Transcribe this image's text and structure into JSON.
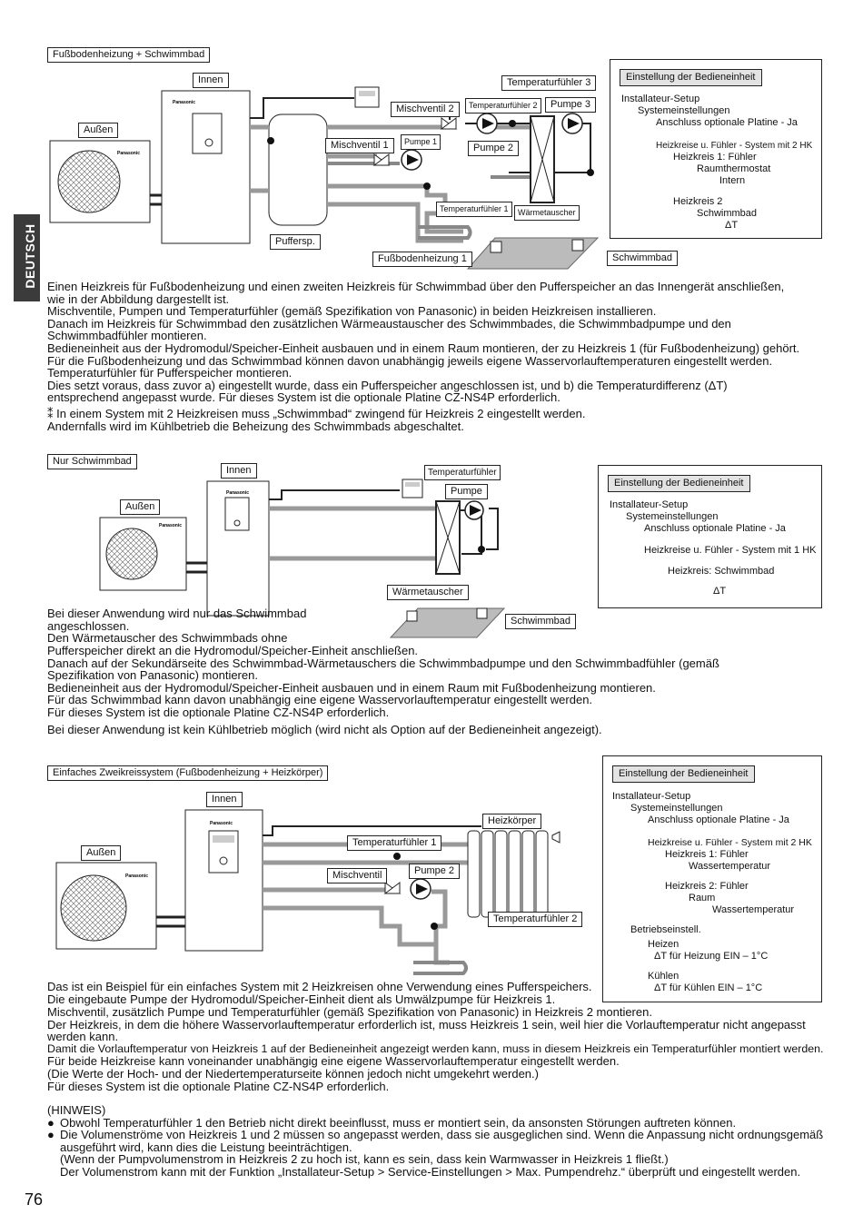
{
  "page": {
    "side_tab": "DEUTSCH",
    "page_number": "76"
  },
  "diagram1": {
    "title": "Fußbodenheizung + Schwimmbad",
    "labels": {
      "innen": "Innen",
      "aussen": "Außen",
      "brand": "Panasonic",
      "mischventil2": "Mischventil 2",
      "mischventil1": "Mischventil 1",
      "pumpe1": "Pumpe 1",
      "pumpe2": "Pumpe 2",
      "pumpe3": "Pumpe 3",
      "tf2": "Temperaturfühler 2",
      "tf3": "Temperaturfühler 3",
      "tf1": "Temperaturfühler 1",
      "waermetauscher": "Wärmetauscher",
      "puffersp": "Puffersp.",
      "fussboden1": "Fußbodenheizung 1",
      "schwimmbad": "Schwimmbad"
    },
    "settings": {
      "header": "Einstellung der Bedieneinheit",
      "lines": [
        "Installateur-Setup",
        "Systemeinstellungen",
        "Anschluss optionale Platine - Ja",
        "Heizkreise u. Fühler - System mit 2 HK",
        "Heizkreis 1: Fühler",
        "Raumthermostat",
        "Intern",
        "Heizkreis 2",
        "Schwimmbad",
        "ΔT"
      ]
    },
    "text": [
      "Einen Heizkreis für Fußbodenheizung und einen zweiten Heizkreis für Schwimmbad über den Pufferspeicher an das Innengerät anschließen,",
      "wie in der Abbildung dargestellt ist.",
      "Mischventile, Pumpen und Temperaturfühler (gemäß Spezifikation von Panasonic) in beiden Heizkreisen installieren.",
      "Danach im Heizkreis für Schwimmbad den zusätzlichen Wärmeaustauscher des Schwimmbades, die Schwimmbadpumpe und den",
      "Schwimmbadfühler montieren.",
      "Bedieneinheit aus der Hydromodul/Speicher-Einheit ausbauen und in einem Raum montieren, der zu Heizkreis 1 (für Fußbodenheizung) gehört.",
      "Für die Fußbodenheizung und das Schwimmbad können davon unabhängig jeweils eigene Wasservorlauftemperaturen eingestellt werden.",
      "Temperaturfühler für Pufferspeicher montieren.",
      "Dies setzt voraus, dass zuvor a) eingestellt wurde, dass ein Pufferspeicher angeschlossen ist, und b) die Temperaturdifferenz (ΔT)",
      "entsprechend angepasst wurde. Für dieses System ist die optionale Platine CZ-NS4P erforderlich."
    ],
    "note": [
      "⁑ In einem System mit 2 Heizkreisen muss „Schwimmbad“ zwingend für Heizkreis 2 eingestellt werden.",
      "Andernfalls wird im Kühlbetrieb die Beheizung des Schwimmbads abgeschaltet."
    ]
  },
  "diagram2": {
    "title": "Nur Schwimmbad",
    "labels": {
      "innen": "Innen",
      "aussen": "Außen",
      "brand": "Panasonic",
      "tf": "Temperaturfühler",
      "pumpe": "Pumpe",
      "waermetauscher": "Wärmetauscher",
      "schwimmbad": "Schwimmbad"
    },
    "settings": {
      "header": "Einstellung der Bedieneinheit",
      "lines": [
        "Installateur-Setup",
        "Systemeinstellungen",
        "Anschluss optionale Platine - Ja",
        "Heizkreise u. Fühler - System mit 1 HK",
        "Heizkreis: Schwimmbad",
        "ΔT"
      ]
    },
    "text_left": [
      "Bei dieser Anwendung wird nur das Schwimmbad",
      "angeschlossen.",
      "Den Wärmetauscher des Schwimmbads ohne"
    ],
    "text": [
      "Pufferspeicher direkt an die Hydromodul/Speicher-Einheit anschließen.",
      "Danach auf der Sekundärseite des Schwimmbad-Wärmetauschers die Schwimmbadpumpe und den Schwimmbadfühler (gemäß",
      "Spezifikation von Panasonic) montieren.",
      "Bedieneinheit aus der Hydromodul/Speicher-Einheit ausbauen und in einem Raum mit Fußbodenheizung montieren.",
      "Für das Schwimmbad kann davon unabhängig eine eigene Wasservorlauftemperatur eingestellt werden.",
      "Für dieses System ist die optionale Platine CZ-NS4P erforderlich."
    ],
    "note": "Bei dieser Anwendung ist kein Kühlbetrieb möglich (wird nicht als Option auf der Bedieneinheit angezeigt)."
  },
  "diagram3": {
    "title": "Einfaches Zweikreissystem (Fußbodenheizung + Heizkörper)",
    "labels": {
      "innen": "Innen",
      "aussen": "Außen",
      "brand": "Panasonic",
      "heizkoerper": "Heizkörper",
      "tf1": "Temperaturfühler 1",
      "mischventil": "Mischventil",
      "pumpe2": "Pumpe 2",
      "tf2": "Temperaturfühler 2"
    },
    "settings": {
      "header": "Einstellung der Bedieneinheit",
      "lines": [
        "Installateur-Setup",
        "Systemeinstellungen",
        "Anschluss optionale Platine - Ja",
        "Heizkreise u. Fühler - System mit 2 HK",
        "Heizkreis 1: Fühler",
        "Wassertemperatur",
        "Heizkreis 2: Fühler",
        "Raum",
        "Wassertemperatur",
        "Betriebseinstell.",
        "Heizen",
        "ΔT für Heizung EIN – 1°C",
        "Kühlen",
        "ΔT für Kühlen EIN – 1°C"
      ]
    },
    "text_left": [
      "Das ist ein Beispiel für ein einfaches System mit 2 Heizkreisen ohne Verwendung eines Pufferspeichers.",
      "Die eingebaute Pumpe der Hydromodul/Speicher-Einheit dient als Umwälzpumpe für Heizkreis 1."
    ],
    "text": [
      "Mischventil, zusätzlich Pumpe und Temperaturfühler (gemäß Spezifikation von Panasonic) in Heizkreis 2 montieren.",
      "Der Heizkreis, in dem die höhere Wasservorlauftemperatur erforderlich ist, muss Heizkreis 1 sein, weil hier die Vorlauftemperatur nicht angepasst",
      "werden kann.",
      "Damit die Vorlauftemperatur von Heizkreis 1 auf der Bedieneinheit angezeigt werden kann, muss in diesem Heizkreis ein Temperaturfühler montiert werden.",
      "Für beide Heizkreise kann voneinander unabhängig eine eigene Wasservorlauftemperatur eingestellt werden.",
      "(Die Werte der Hoch- und der Niedertemperaturseite können jedoch nicht umgekehrt werden.)",
      "Für dieses System ist die optionale Platine CZ-NS4P erforderlich."
    ],
    "hinweis_title": "(HINWEIS)",
    "bullets": [
      [
        "Obwohl Temperaturfühler 1 den Betrieb nicht direkt beeinflusst, muss er montiert sein, da ansonsten Störungen auftreten können."
      ],
      [
        "Die Volumenströme von Heizkreis 1 und 2 müssen so angepasst werden, dass sie ausgeglichen sind. Wenn die Anpassung nicht ordnungsgemäß",
        "ausgeführt wird, kann dies die Leistung beeinträchtigen.",
        "(Wenn der Pumpvolumenstrom in Heizkreis 2 zu hoch ist, kann es sein, dass kein Warmwasser in Heizkreis 1 fließt.)",
        "Der Volumenstrom kann mit der Funktion „Installateur-Setup > Service-Einstellungen > Max. Pumpendrehz.“ überprüft und eingestellt werden."
      ]
    ]
  }
}
